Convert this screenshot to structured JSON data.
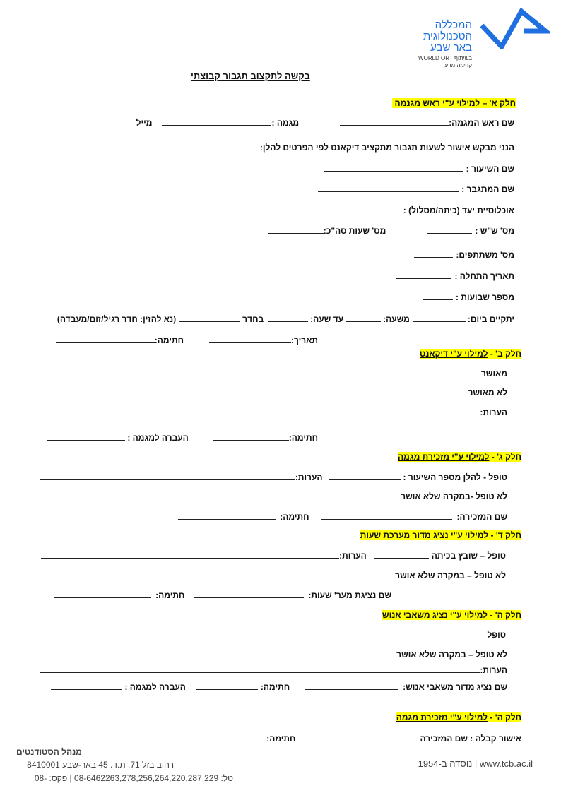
{
  "logo": {
    "lines": [
      "המכללה",
      "הטכנולוגית",
      "באר שבע"
    ],
    "sub": [
      "בשיתוף WORLD ORT",
      "קדימה מדע"
    ],
    "color": "#1f6fe0"
  },
  "title": "בקשה לתקצוב תגבור קבוצתי",
  "part_a": {
    "header_prefix": "חלק א' – ",
    "header_link": "למילוי ע\"י ראש מגנמה",
    "head_name": "שם ראש המגמה:",
    "major": "מגמה :",
    "mail": "מייל",
    "intro": "הנני מבקש אישור לשעות תגבור מתקציב דיקאנט לפי הפרטים להלן:",
    "lesson_name": "שם השיעור :",
    "tutor_name": "שם המתגבר  :",
    "target": "אוכלוסיית יעד (כיתה/מסלול) :",
    "weekly_hours": "מס' ש\"ש :",
    "total_hours": "מס' שעות סה\"כ:",
    "participants": "מס' משתתפים:",
    "start_date": "תאריך התחלה :",
    "weeks": "מספר שבועות :",
    "day": "יתקיים ביום:",
    "from": "משעה:",
    "to": "עד שעה:",
    "room": "בחדר",
    "room_note": "(נא להזין: חדר רגיל/זום/מעבדה)",
    "date": "תאריך:",
    "signature": "חתימה:"
  },
  "part_b": {
    "header_prefix": "חלק ב'  - ",
    "header_link": "למילוי ע\"י דיקאנט",
    "approved": "מאושר",
    "not_approved": "לא מאושר",
    "notes": "הערות:",
    "signature": "חתימה:",
    "transfer": "העברה למגמה :"
  },
  "part_c": {
    "header_prefix": "חלק ג'  - ",
    "header_link": "למילוי ע\"י מזכירת מגמה",
    "handled": "טופל - להלן מספר השיעור :",
    "notes": "הערות:",
    "not_handled": "לא טופל -במקרה שלא אושר",
    "secretary": "שם המזכירה:",
    "signature": "חתימה:"
  },
  "part_d": {
    "header_prefix": "חלק ד'  - ",
    "header_link": "למילוי ע\"י נציג מדור מערכת שעות",
    "handled": "טופל – שובץ  בכיתה",
    "notes": "הערות:",
    "not_handled": "לא טופל – במקרה שלא אושר",
    "rep": "שם נציגת מער' שעות:",
    "signature": "חתימה:"
  },
  "part_e": {
    "header_prefix": "חלק ה'  - ",
    "header_link": "למילוי ע\"י נציג משאבי אנוש",
    "handled": "טופל",
    "not_handled": "לא טופל – במקרה שלא אושר",
    "notes": "הערות:",
    "rep": "שם נציג מדור משאבי אנוש:",
    "signature": "חתימה:",
    "transfer": "העברה למגמה :"
  },
  "part_e2": {
    "header_prefix": "חלק ה'  - ",
    "header_link": "למילוי ע\"י מזכירת מגמה",
    "receipt": "אישור קבלה : שם המזכירה",
    "signature": "חתימה:"
  },
  "footer": {
    "dept": "מנהל הסטודנטים",
    "address": "רחוב בזל 71, ת.ד. 45 באר-שבע 8410001",
    "phone": "טל: 08-6462263,278,256,264,220,287,229 | פקס: -08",
    "site": "www.tcb.ac.il | נוסדה ב-1954"
  }
}
